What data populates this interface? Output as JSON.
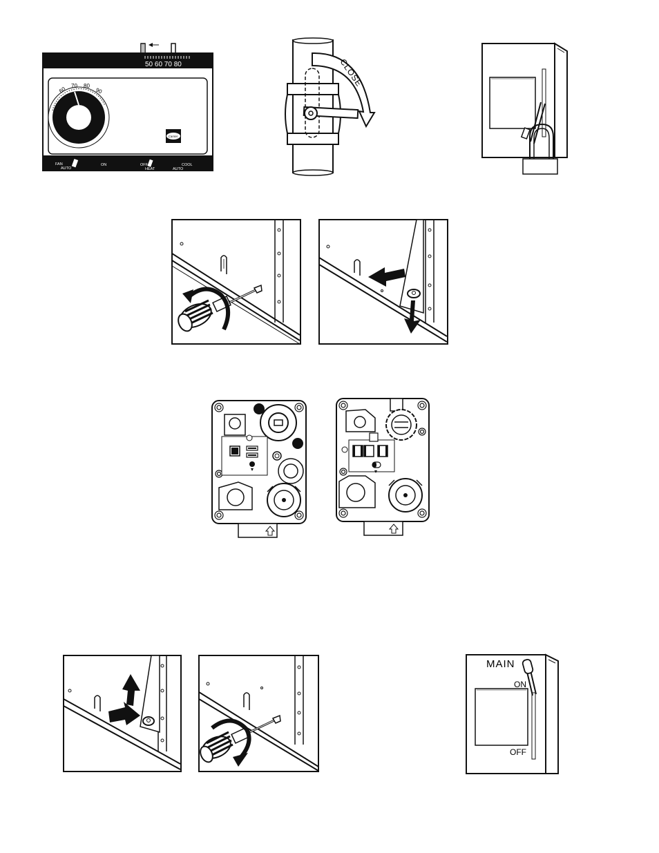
{
  "thermostat": {
    "scale_numbers": "50 60 70 80",
    "dial_numbers": [
      "60",
      "70",
      "80",
      "90"
    ],
    "brand": "Carrier",
    "fan_label": "FAN",
    "auto_label": "AUTO",
    "on_label": "ON",
    "off_label": "OFF",
    "heat_label": "HEAT",
    "cool_label": "COOL",
    "auto2_label": "AUTO"
  },
  "gas_valve": {
    "close_label": "CLOSE"
  },
  "main_switch": {
    "main_label": "MAIN",
    "on_label": "ON",
    "off_label": "OFF"
  },
  "colors": {
    "ink": "#111111",
    "paper": "#ffffff",
    "gray": "#cccccc"
  }
}
